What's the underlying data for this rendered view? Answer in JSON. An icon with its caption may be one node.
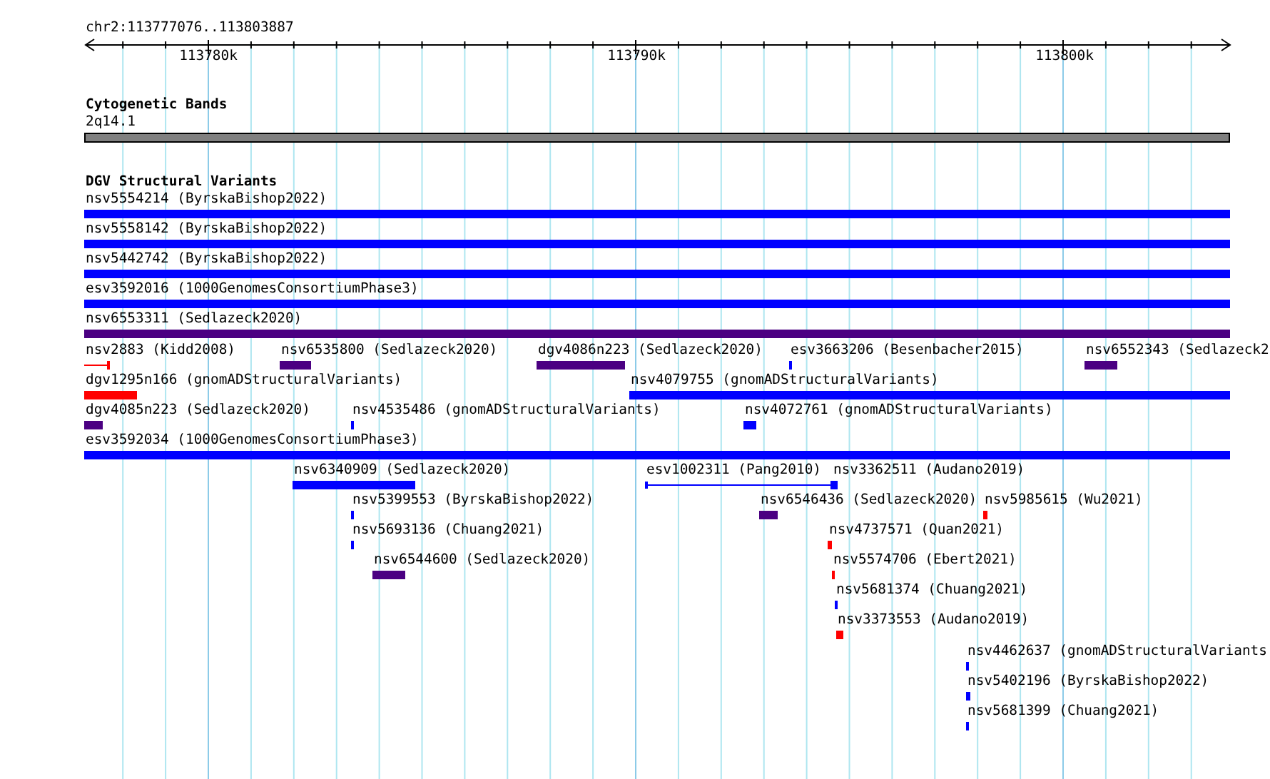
{
  "diagram": {
    "nodes": [
      {
        "text": [
          "2q14.1"
        ]
      },
      {
        "text": [
          "nsv5554214 (ByrskaBishop2022)"
        ]
      },
      {
        "text": [
          "nsv5558142 (ByrskaBishop2022)"
        ]
      },
      {
        "text": [
          "nsv5442742 (ByrskaBishop2022)"
        ]
      },
      {
        "text": [
          "esv3592016 (1000GenomesConsortiumPhase3)"
        ]
      },
      {
        "text": [
          "nsv6553311 (Sedlazeck2020)"
        ]
      },
      {
        "text": [
          "nsv2883 (Kidd2008)"
        ]
      },
      {
        "text": [
          "nsv6535800 (Sedlazeck2020)"
        ]
      },
      {
        "text": [
          "dgv4086n223 (Sedlazeck2020)"
        ]
      },
      {
        "text": [
          "esv3663206 (Besenbacher2015)"
        ]
      },
      {
        "text": [
          "nsv6552343 (Sedlazeck2"
        ]
      },
      {
        "text": [
          "dgv1295n166 (gnomADStructuralVariants)"
        ]
      },
      {
        "text": [
          "nsv4079755 (gnomADStructuralVariants)"
        ]
      },
      {
        "text": [
          "dgv4085n223 (Sedlazeck2020)"
        ]
      },
      {
        "text": [
          "nsv4535486 (gnomADStructuralVariants)"
        ]
      },
      {
        "text": [
          "nsv4072761 (gnomADStructuralVariants)"
        ]
      },
      {
        "text": [
          "esv3592034 (1000GenomesConsortiumPhase3)"
        ]
      },
      {
        "text": [
          "nsv6340909 (Sedlazeck2020)"
        ]
      },
      {
        "text": [
          "esv1002311 (Pang2010)"
        ]
      },
      {
        "text": [
          "nsv3362511 (Audano2019)"
        ]
      },
      {
        "text": [
          "nsv5399553 (ByrskaBishop2022)"
        ]
      },
      {
        "text": [
          "nsv6546436 (Sedlazeck2020)"
        ]
      },
      {
        "text": [
          "nsv5985615 (Wu2021)"
        ]
      },
      {
        "text": [
          "nsv5693136 (Chuang2021)"
        ]
      },
      {
        "text": [
          "nsv4737571 (Quan2021)"
        ]
      },
      {
        "text": [
          "nsv6544600 (Sedlazeck2020)"
        ]
      },
      {
        "text": [
          "nsv5574706 (Ebert2021)"
        ]
      },
      {
        "text": [
          "nsv5681374 (Chuang2021)"
        ]
      },
      {
        "text": [
          "nsv3373553 (Audano2019)"
        ]
      },
      {
        "text": [
          "nsv4462637 (gnomADStructuralVariants"
        ]
      },
      {
        "text": [
          "nsv5402196 (ByrskaBishop2022)"
        ]
      },
      {
        "text": [
          "nsv5681399 (Chuang2021)"
        ]
      }
    ],
    "labels": [
      "chr2:113777076..113803887",
      "113780k",
      "113790k",
      "113800k",
      "Cytogenetic Bands",
      "DGV Structural Variants"
    ]
  }
}
